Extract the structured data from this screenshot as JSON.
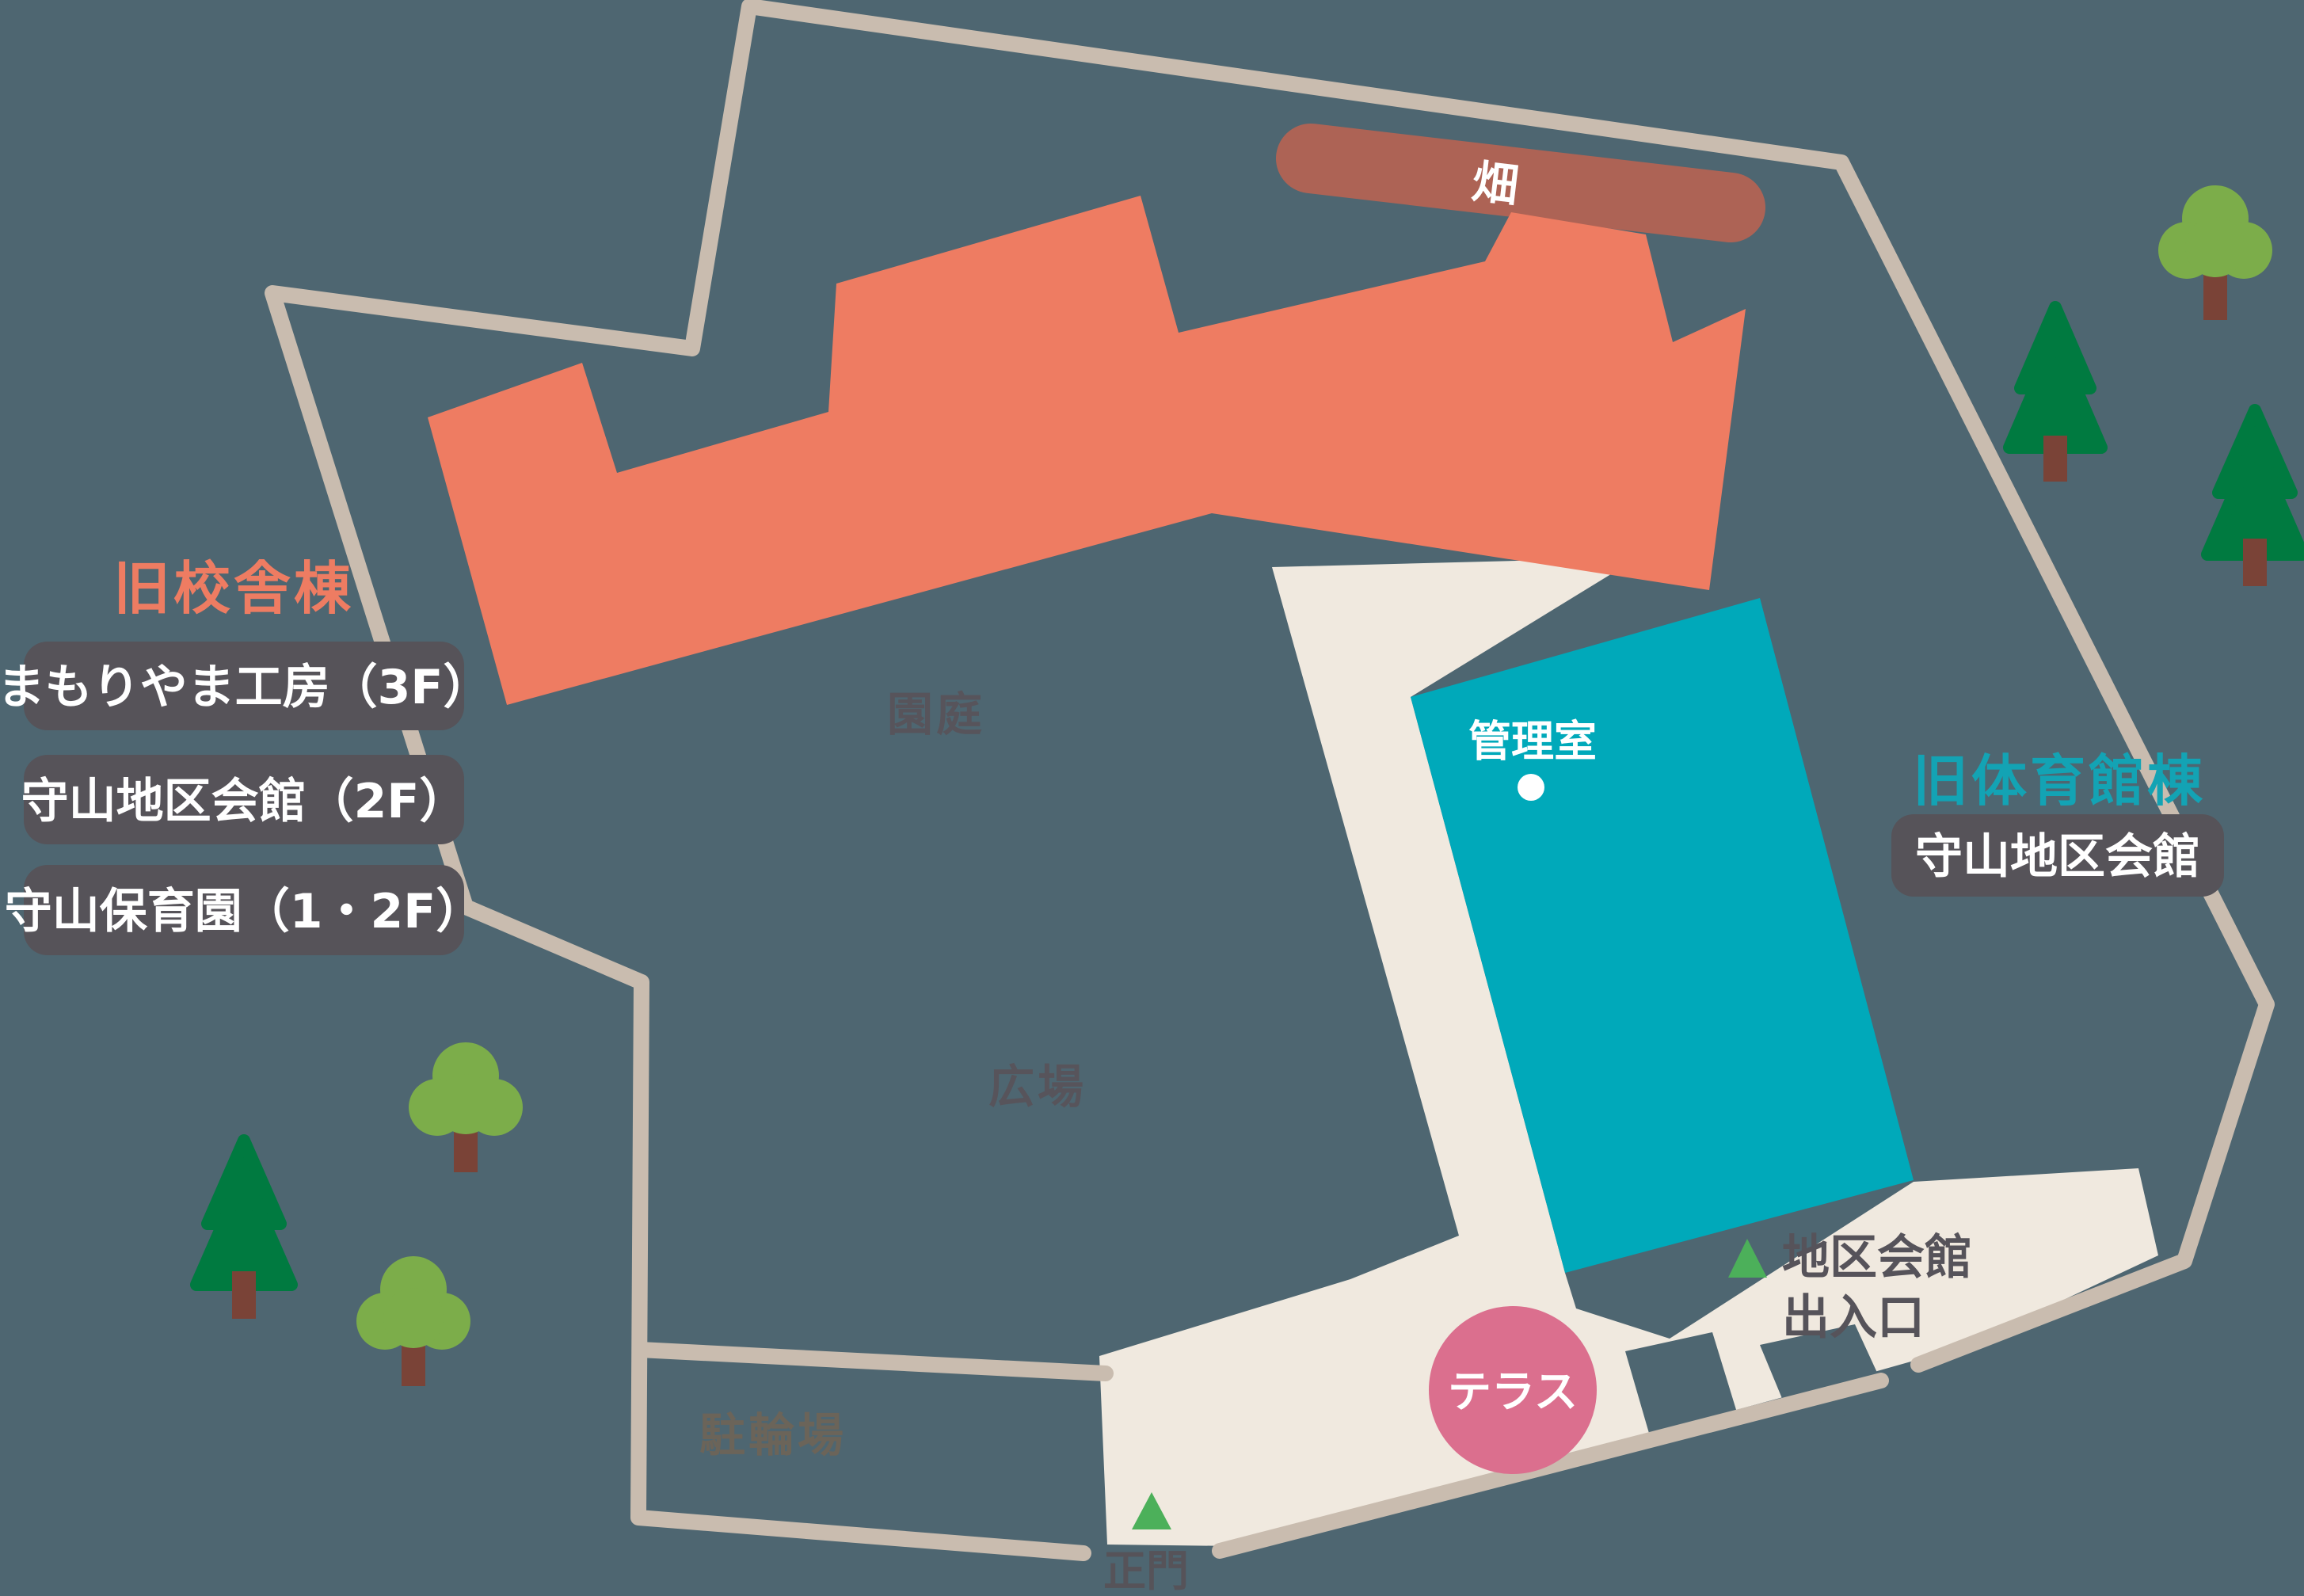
{
  "map": {
    "colors": {
      "background": "#4e6671",
      "site_outline": "#c9bcaf",
      "walkway": "#f0e9df",
      "old_school_building": "#ee7c62",
      "old_gym_building": "#00a9ba",
      "field_strip": "#ad6355",
      "terrace_circle": "#db6f8e",
      "gate_marker_green": "#4cb05a",
      "label_pill": "#565359",
      "dark_label_text": "#56535a"
    },
    "old_school": {
      "title": "旧校舎棟",
      "facilities": [
        "まもりやま工房（3F）",
        "守山地区会館（2F）",
        "守山保育園（1・2F）"
      ]
    },
    "old_gym": {
      "title": "旧体育館棟",
      "facilities": [
        "守山地区会館"
      ]
    },
    "labels": {
      "field": "畑",
      "garden": "園庭",
      "plaza": "広場",
      "bike_parking": "駐輪場",
      "terrace": "テラス",
      "admin_room": "管理室",
      "main_gate": "正門",
      "hall_entrance_line1": "地区会館",
      "hall_entrance_line2": "出入口"
    }
  }
}
